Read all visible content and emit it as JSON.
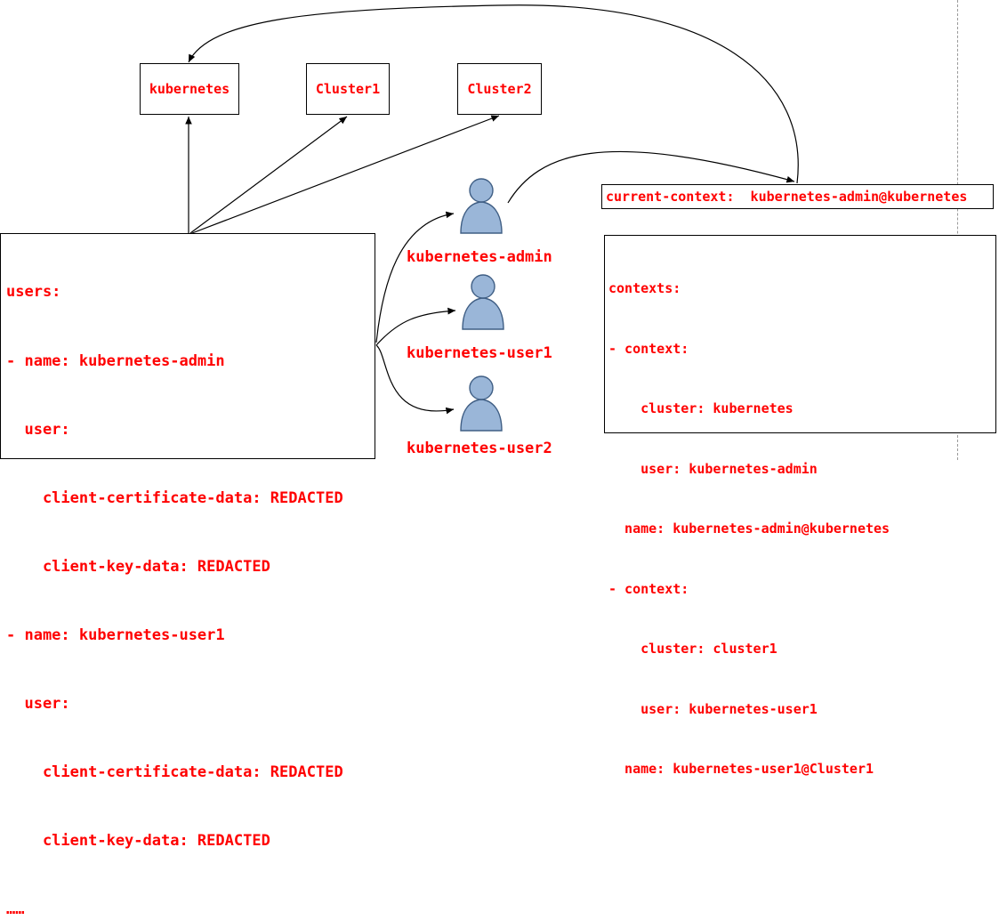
{
  "clusters": [
    {
      "label": "kubernetes"
    },
    {
      "label": "Cluster1"
    },
    {
      "label": "Cluster2"
    }
  ],
  "current_context": {
    "text": "current-context:  kubernetes-admin@kubernetes"
  },
  "users_config": {
    "lines": [
      "users:",
      "- name: kubernetes-admin",
      "  user:",
      "    client-certificate-data: REDACTED",
      "    client-key-data: REDACTED",
      "- name: kubernetes-user1",
      "  user:",
      "    client-certificate-data: REDACTED",
      "    client-key-data: REDACTED",
      "……"
    ]
  },
  "contexts_config": {
    "lines": [
      "contexts:",
      "- context:",
      "    cluster: kubernetes",
      "    user: kubernetes-admin",
      "  name: kubernetes-admin@kubernetes",
      "- context:",
      "    cluster: cluster1",
      "    user: kubernetes-user1",
      "  name: kubernetes-user1@Cluster1"
    ]
  },
  "users": [
    {
      "label": "kubernetes-admin"
    },
    {
      "label": "kubernetes-user1"
    },
    {
      "label": "kubernetes-user2"
    }
  ],
  "colors": {
    "text": "#ff0000",
    "border": "#000000",
    "person_fill": "#9ab6d8",
    "person_stroke": "#3f5e84",
    "divider": "#9a9a9a"
  }
}
